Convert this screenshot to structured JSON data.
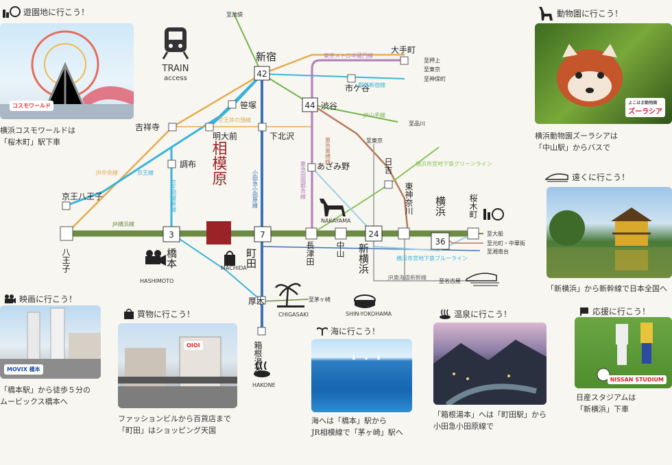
{
  "colors": {
    "jr_yokohama": "#6e8b43",
    "odakyu": "#3d72b4",
    "keio": "#3ab3d9",
    "jr_chuo": "#e5ab4e",
    "toyoko": "#b4795a",
    "denentoshi": "#b07cb8",
    "jr_yamanote": "#74b34c",
    "green_line": "#8cc35a",
    "blue_line": "#9dcfe5",
    "accent_red": "#9b2226"
  },
  "headings": {
    "amusement": "遊園地に行こう！",
    "zoo": "動物園に行こう！",
    "faraway": "遠くに行こう！",
    "movie": "映画に行こう！",
    "shopping": "買物に行こう！",
    "sea": "海に行こう！",
    "onsen": "温泉に行こう！",
    "cheer": "応援に行こう！"
  },
  "captions": {
    "amusement": [
      "横浜コスモワールドは",
      "「桜木町」駅下車"
    ],
    "zoo": [
      "横浜動物園ズーラシアは",
      "「中山駅」からバスで"
    ],
    "faraway": [
      "「新横浜」から新幹線で日本全国へ"
    ],
    "movie": [
      "「橋本駅」から徒歩５分の",
      "ムービックス橋本へ"
    ],
    "shopping": [
      "ファッションビルから百貨店まで",
      "「町田」はショッピング天国"
    ],
    "sea": [
      "海へは「橋本」駅から",
      "JR相模線で「茅ヶ崎」駅へ"
    ],
    "onsen": [
      "「箱根湯本」へは「町田駅」から",
      "小田急小田原線で"
    ],
    "cheer": [
      "日産スタジアムは",
      "「新横浜」下車"
    ]
  },
  "badges": {
    "cosmo": "コスモワールド",
    "zoorasia": "ズーラシア",
    "zoorasia_sub": "よこはま動物園",
    "movix": "MOVIX 橋本",
    "nissan": "NISSAN STUDIUM",
    "marui": "OIOI"
  },
  "train": {
    "label": "TRAIN",
    "sub": "access"
  },
  "center": {
    "name": "相模原"
  },
  "stations": {
    "shinjuku": "新宿",
    "shibuya": "渋谷",
    "ichigaya": "市ケ谷",
    "otemachi": "大手町",
    "sasazuka": "笹塚",
    "kichijoji": "吉祥寺",
    "meidaimae": "明大前",
    "shimokitazawa": "下北沢",
    "chofu": "調布",
    "keio_hachioji": "京王八王子",
    "hachioji": "八王子",
    "hashimoto": "橋本",
    "machida": "町田",
    "atsugi": "厚木",
    "hakone": "箱根湯本",
    "azamino": "あざみ野",
    "nagatsuta": "長津田",
    "nakayama": "中山",
    "shinyokohama": "新横浜",
    "hiyoshi": "日吉",
    "higashikanagawa": "東神奈川",
    "yokohama": "横浜",
    "sakuragicho": "桜木町"
  },
  "times": {
    "shinjuku": "42",
    "shibuya": "44",
    "hashimoto": "3",
    "machida": "7",
    "shinyokohama": "24",
    "yokohama": "36"
  },
  "lines": {
    "hanzomon": "東京メトロ半蔵門線",
    "shinjuku_line": "都営新宿線",
    "yamanote": "JR山手線",
    "inokashira": "京王井の頭線",
    "chuo": "JR中央線",
    "keio": "京王線",
    "keio_sagamihara": "京王相模原線",
    "odakyu": "小田急小田原線",
    "toyoko": "東急東横線",
    "denentoshi": "東急田園都市線",
    "green_line": "横浜市営地下鉄グリーンライン",
    "blue_line": "横浜市営地下鉄ブルーライン",
    "yokohama_line": "JR横浜線",
    "shinkansen": "JR東海道新幹線"
  },
  "directions": {
    "ikebukuro": "至池袋",
    "oshiage": "至押上",
    "tokyo": "至東京",
    "jimbocho": "至神保町",
    "shinagawa": "至品川",
    "shibuya_to_tokyo": "至東京",
    "ofuna": "至大船",
    "motomachi": "至元町・中華街",
    "shonandai": "至湘南台",
    "chigasaki": "至茅ヶ崎",
    "nagoya": "至名古屋"
  },
  "icon_labels": {
    "hashimoto": "HASHIMOTO",
    "machida": "MACHIDA",
    "nakayama": "NAKAYAMA",
    "chigasaki": "CHIGASAKI",
    "shinyokohama": "SHIN-YOKOHAMA",
    "hakone": "HAKONE"
  }
}
